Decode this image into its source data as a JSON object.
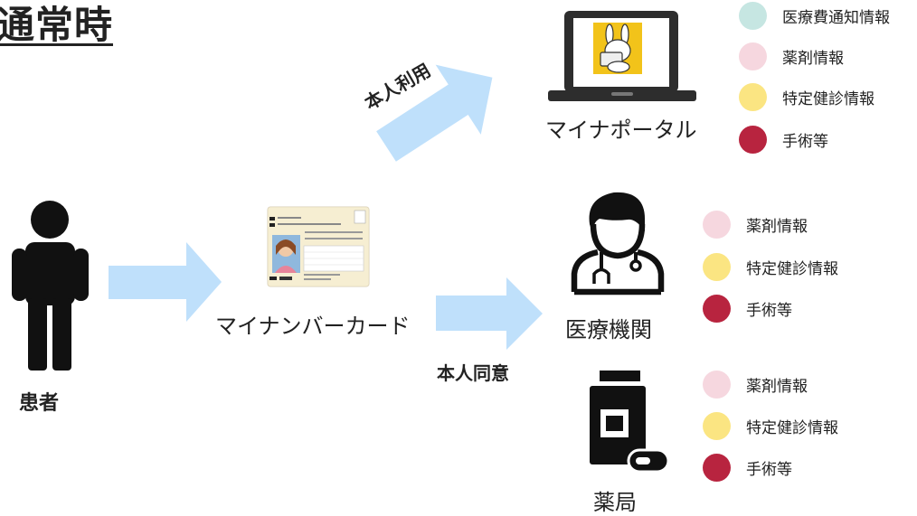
{
  "title": "通常時",
  "actors": {
    "patient": "患者",
    "card": "マイナンバーカード",
    "portal": "マイナポータル",
    "hospital": "医療機関",
    "pharmacy": "薬局"
  },
  "arrows": {
    "self_use": "本人利用",
    "consent": "本人同意"
  },
  "colors": {
    "arrow": "#bfe0fb",
    "medical_expense": "#c6e6e2",
    "medication": "#f6d7df",
    "checkup": "#fbe582",
    "surgery": "#b8243f",
    "icon_dark": "#111111"
  },
  "portal_items": [
    {
      "label": "医療費通知情報",
      "color_key": "medical_expense"
    },
    {
      "label": "薬剤情報",
      "color_key": "medication"
    },
    {
      "label": "特定健診情報",
      "color_key": "checkup"
    },
    {
      "label": "手術等",
      "color_key": "surgery"
    }
  ],
  "hospital_items": [
    {
      "label": "薬剤情報",
      "color_key": "medication"
    },
    {
      "label": "特定健診情報",
      "color_key": "checkup"
    },
    {
      "label": "手術等",
      "color_key": "surgery"
    }
  ],
  "pharmacy_items": [
    {
      "label": "薬剤情報",
      "color_key": "medication"
    },
    {
      "label": "特定健診情報",
      "color_key": "checkup"
    },
    {
      "label": "手術等",
      "color_key": "surgery"
    }
  ]
}
